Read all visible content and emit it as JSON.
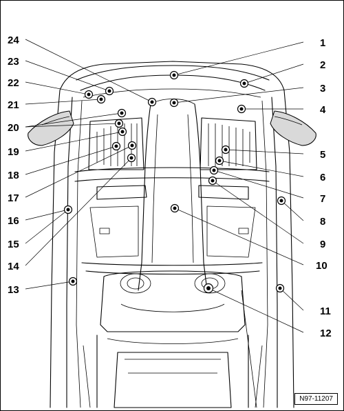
{
  "diagram": {
    "reference_code": "N97-11207",
    "callouts": [
      {
        "id": "c1",
        "number": "1"
      },
      {
        "id": "c2",
        "number": "2"
      },
      {
        "id": "c3",
        "number": "3"
      },
      {
        "id": "c4",
        "number": "4"
      },
      {
        "id": "c5",
        "number": "5"
      },
      {
        "id": "c6",
        "number": "6"
      },
      {
        "id": "c7",
        "number": "7"
      },
      {
        "id": "c8",
        "number": "8"
      },
      {
        "id": "c9",
        "number": "9"
      },
      {
        "id": "c10",
        "number": "10"
      },
      {
        "id": "c11",
        "number": "11"
      },
      {
        "id": "c12",
        "number": "12"
      },
      {
        "id": "c13",
        "number": "13"
      },
      {
        "id": "c14",
        "number": "14"
      },
      {
        "id": "c15",
        "number": "15"
      },
      {
        "id": "c16",
        "number": "16"
      },
      {
        "id": "c17",
        "number": "17"
      },
      {
        "id": "c18",
        "number": "18"
      },
      {
        "id": "c19",
        "number": "19"
      },
      {
        "id": "c20",
        "number": "20"
      },
      {
        "id": "c21",
        "number": "21"
      },
      {
        "id": "c22",
        "number": "22"
      },
      {
        "id": "c23",
        "number": "23"
      },
      {
        "id": "c24",
        "number": "24"
      }
    ]
  }
}
